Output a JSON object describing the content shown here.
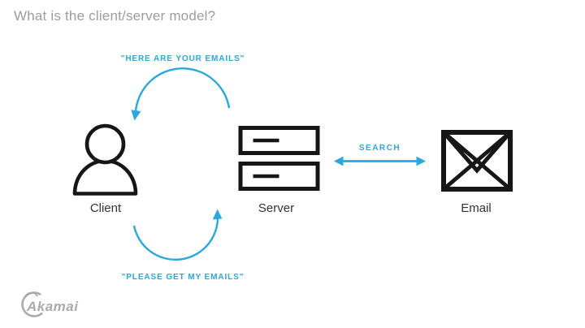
{
  "title": "What is the client/server model?",
  "colors": {
    "accent_blue": "#2AA7DF",
    "icon_black": "#161616",
    "title_gray": "#9C9C9C",
    "node_label_gray": "#333333",
    "logo_gray": "#ABABAB",
    "background": "#FFFFFF"
  },
  "diagram": {
    "flows": {
      "server_to_client": "\"HERE ARE YOUR EMAILS\"",
      "client_to_server": "\"PLEASE GET MY EMAILS\"",
      "server_to_email": "SEARCH"
    },
    "nodes": [
      {
        "id": "client",
        "label": "Client"
      },
      {
        "id": "server",
        "label": "Server"
      },
      {
        "id": "email",
        "label": "Email"
      }
    ]
  },
  "footer": {
    "logo_text": "Akamai"
  }
}
